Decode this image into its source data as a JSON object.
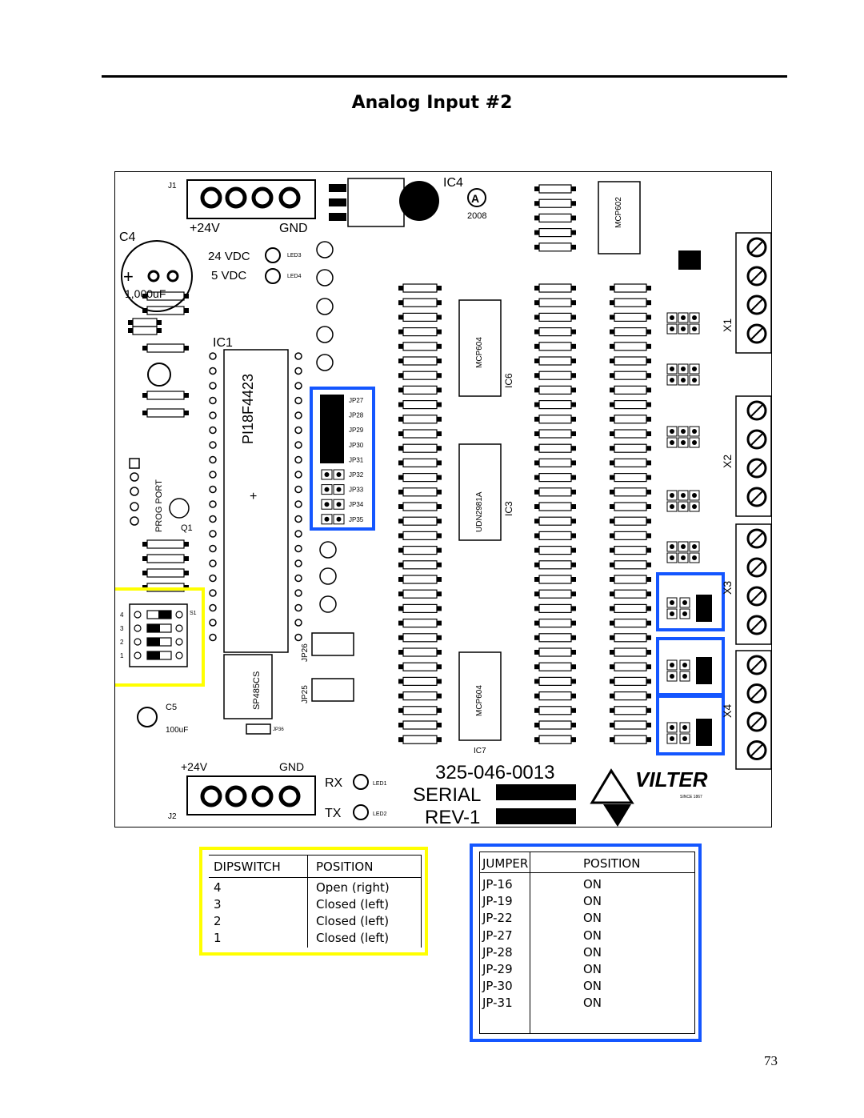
{
  "page": {
    "title": "Analog Input #2",
    "page_number": "73"
  },
  "board": {
    "part_number": "325-046-0013",
    "serial_label": "SERIAL",
    "rev_label": "REV-1",
    "brand": "VILTER",
    "brand_since": "SINCE 1867",
    "ic4": "IC4",
    "year": "2008",
    "ic1": "IC1",
    "mcu": "PI18F4423",
    "ic3": "IC3",
    "ic3_part": "UDN2981A",
    "ic6": "IC6",
    "ic6_part": "MCP604",
    "ic7": "IC7",
    "ic7_part": "MCP604",
    "ic5_part": "MCP602",
    "ic2_part": "SP485CS",
    "j1": "J1",
    "j2": "J2",
    "v24_top": "+24V",
    "gnd_top": "GND",
    "v24_bot": "+24V",
    "gnd_bot": "GND",
    "c4": "C4",
    "c4_val": "1,000uF",
    "vdc24": "24 VDC",
    "vdc5": "5 VDC",
    "prog_port": "PROG PORT",
    "rx": "RX",
    "tx": "TX",
    "led1": "LED1",
    "led2": "LED2",
    "led3": "LED3",
    "led4": "LED4",
    "x1": "X1",
    "x2": "X2",
    "x3": "X3",
    "x4": "X4",
    "c5": "C5",
    "c5_val": "100uF",
    "q1": "Q1",
    "s1": "S1",
    "jp26": "JP26",
    "jp25": "JP25",
    "jp36": "JP36",
    "jumper_labels": [
      "JP27",
      "JP28",
      "JP29",
      "JP30",
      "JP31",
      "JP32",
      "JP33",
      "JP34",
      "JP35"
    ],
    "dip_numbers": [
      "4",
      "3",
      "2",
      "1"
    ]
  },
  "dipswitch_table": {
    "headers": [
      "DIPSWITCH",
      "POSITION"
    ],
    "rows": [
      [
        "4",
        "Open (right)"
      ],
      [
        "3",
        "Closed (left)"
      ],
      [
        "2",
        "Closed (left)"
      ],
      [
        "1",
        "Closed (left)"
      ]
    ]
  },
  "jumper_table": {
    "headers": [
      "JUMPER",
      "POSITION"
    ],
    "rows": [
      [
        "JP-16",
        "ON"
      ],
      [
        "JP-19",
        "ON"
      ],
      [
        "JP-22",
        "ON"
      ],
      [
        "JP-27",
        "ON"
      ],
      [
        "JP-28",
        "ON"
      ],
      [
        "JP-29",
        "ON"
      ],
      [
        "JP-30",
        "ON"
      ],
      [
        "JP-31",
        "ON"
      ]
    ]
  },
  "colors": {
    "highlight_yellow": "#ffff00",
    "highlight_blue": "#1456ff"
  }
}
